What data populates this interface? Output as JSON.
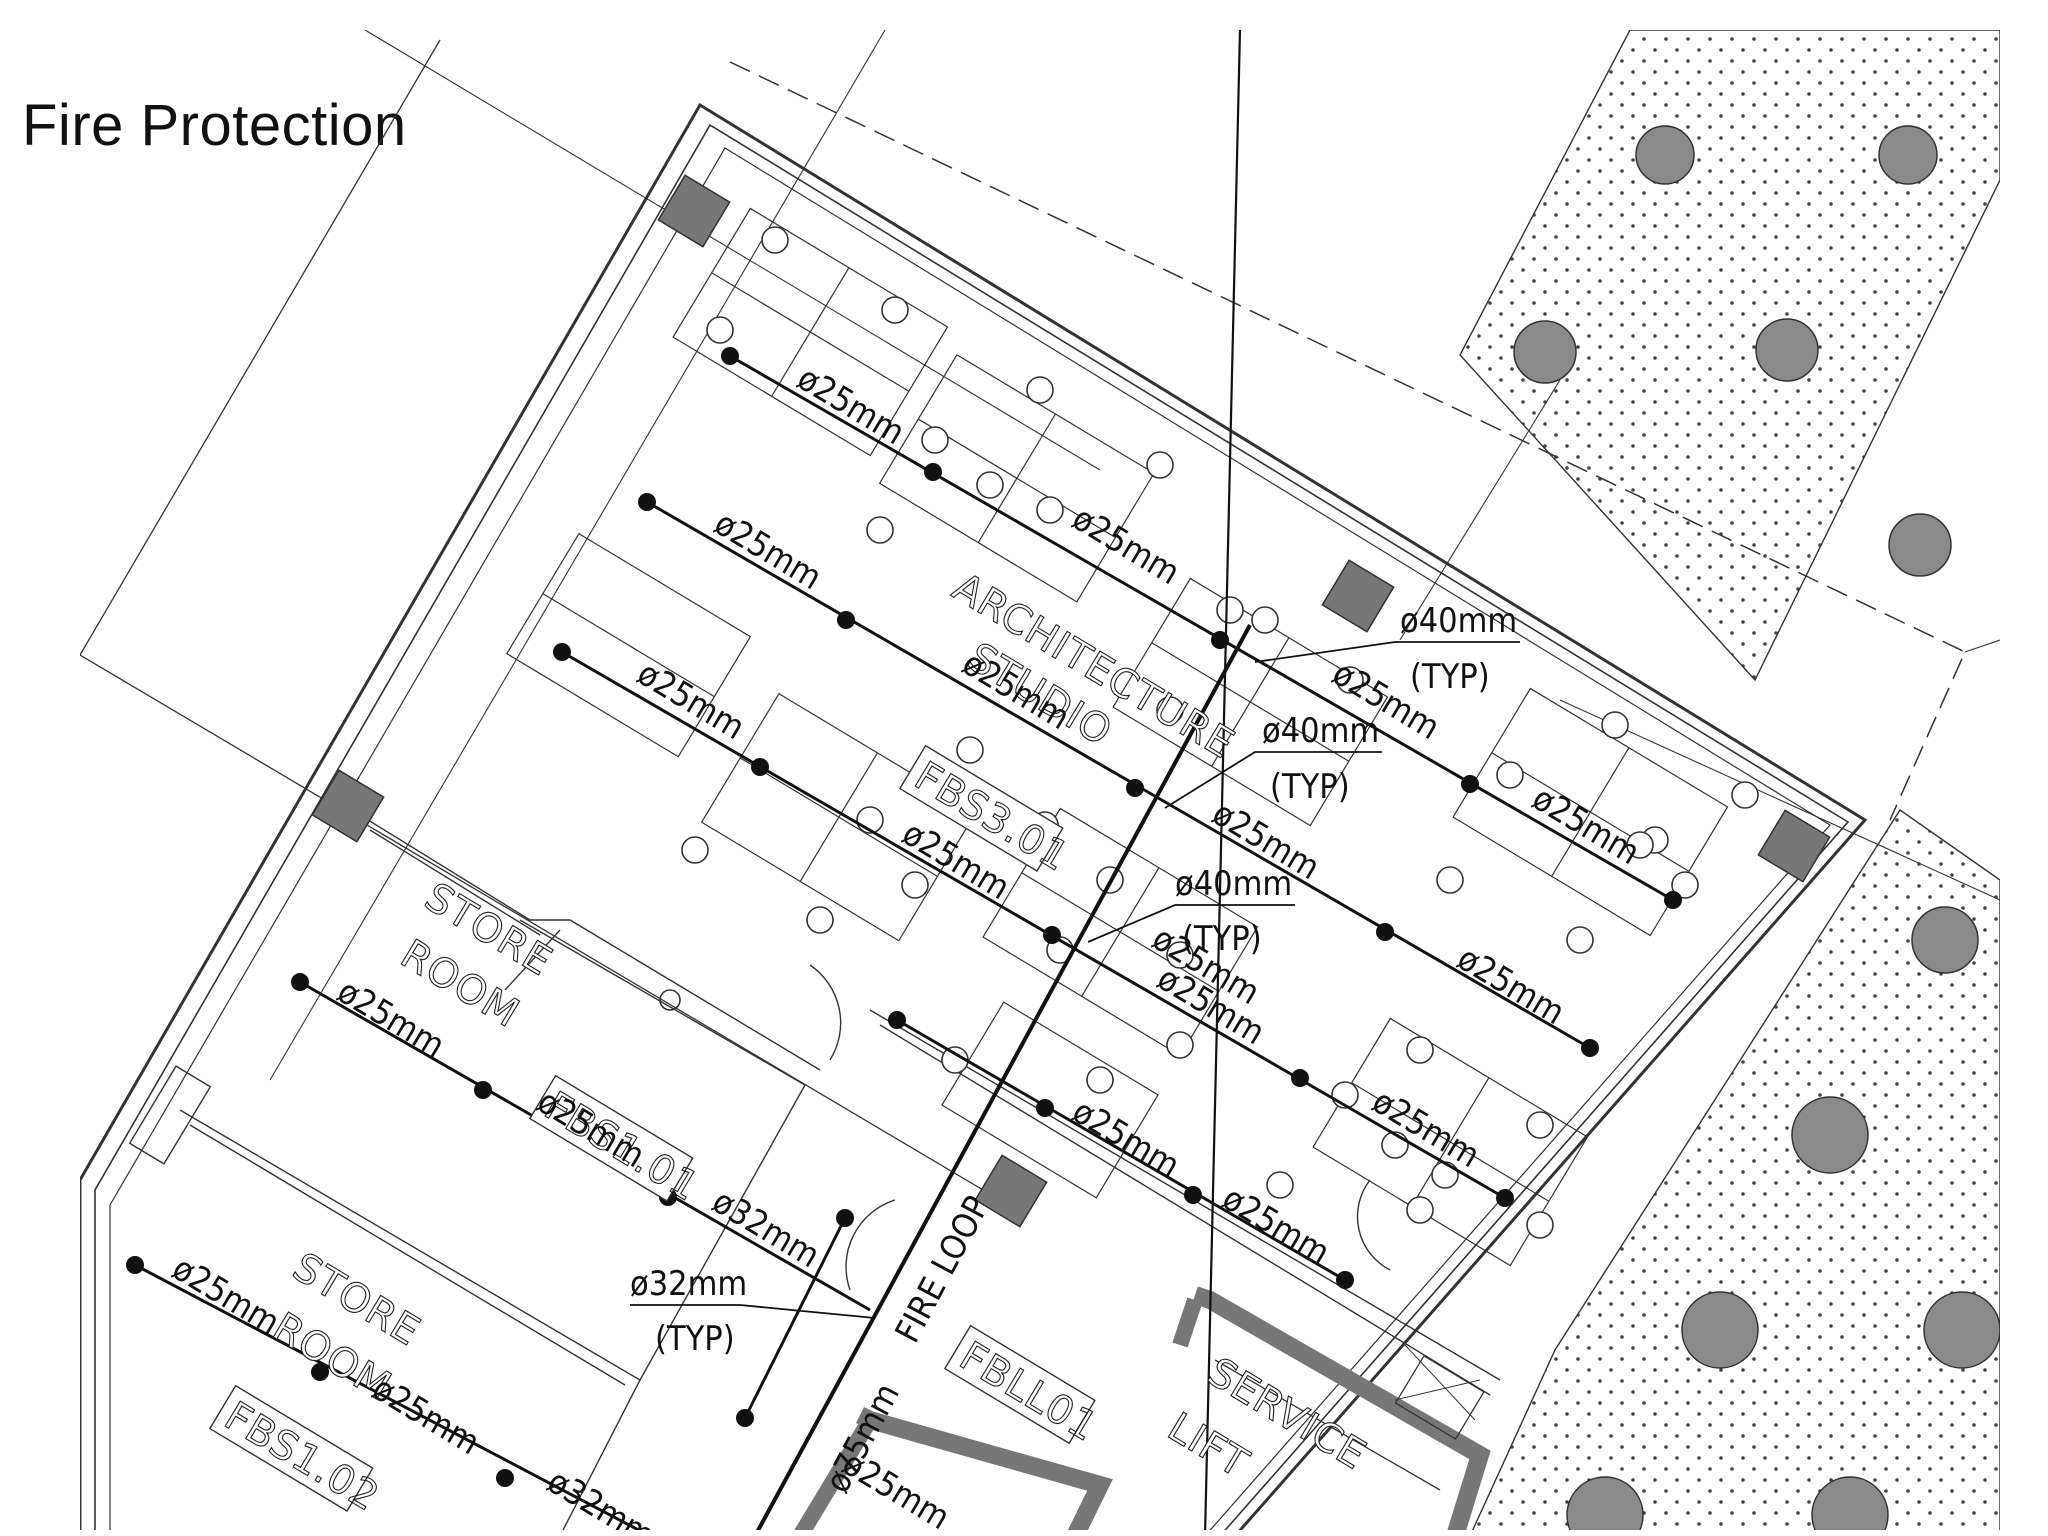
{
  "slide": {
    "title": "Fire Protection"
  },
  "drawing": {
    "room_labels": {
      "architecture_studio_line1": "ARCHITECTURE",
      "architecture_studio_line2": "STUDIO",
      "store_room_1_line1": "STORE",
      "store_room_1_line2": "ROOM",
      "store_room_2_line1": "STORE",
      "store_room_2_line2": "ROOM",
      "service_lift_line1": "SERVICE",
      "service_lift_line2": "LIFT"
    },
    "room_codes": {
      "fbs301": "FBS3.01",
      "fbs101": "FBS1.01",
      "fbs102": "FBS1.02",
      "fbll01": "FBLL01"
    },
    "pipe_labels": {
      "p1": "ø25mm",
      "p2": "ø25mm",
      "p3": "ø25mm",
      "p4": "ø25mm",
      "p5": "ø25mm",
      "p6": "ø25mm",
      "p7": "ø25mm",
      "p8": "ø25mm",
      "p9": "ø25mm",
      "p10": "ø25mm",
      "p11": "ø25mm",
      "p12": "ø25mm",
      "p13": "ø25mm",
      "p14": "ø25mm",
      "p15": "ø25mm",
      "p16": "ø25mm",
      "p17": "ø25mm",
      "p18": "ø25mm",
      "p19": "ø25mm",
      "p20": "ø32mm",
      "p21": "ø32mm",
      "p22": "ø75mm",
      "p23": "ø25mm"
    },
    "callouts": {
      "c1_size": "ø40mm",
      "c1_note": "(TYP)",
      "c2_size": "ø40mm",
      "c2_note": "(TYP)",
      "c3_size": "ø40mm",
      "c3_note": "(TYP)",
      "c4_size": "ø32mm",
      "c4_note": "(TYP)"
    },
    "fire_loop_label": "FIRE LOOP"
  }
}
